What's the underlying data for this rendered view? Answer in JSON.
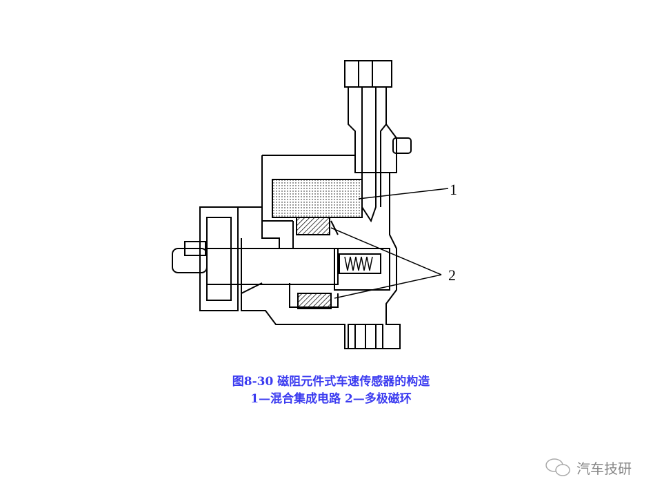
{
  "figure": {
    "labels": [
      "1",
      "2"
    ],
    "caption_title": "图8-30  磁阻元件式车速传感器的构造",
    "caption_legend": "1—混合集成电路  2—多极磁环"
  },
  "watermark": {
    "icon": "wechat-icon",
    "text": "汽车技研"
  },
  "colors": {
    "caption": "#3b3bf0",
    "line": "#000000",
    "watermark": "#888888"
  }
}
